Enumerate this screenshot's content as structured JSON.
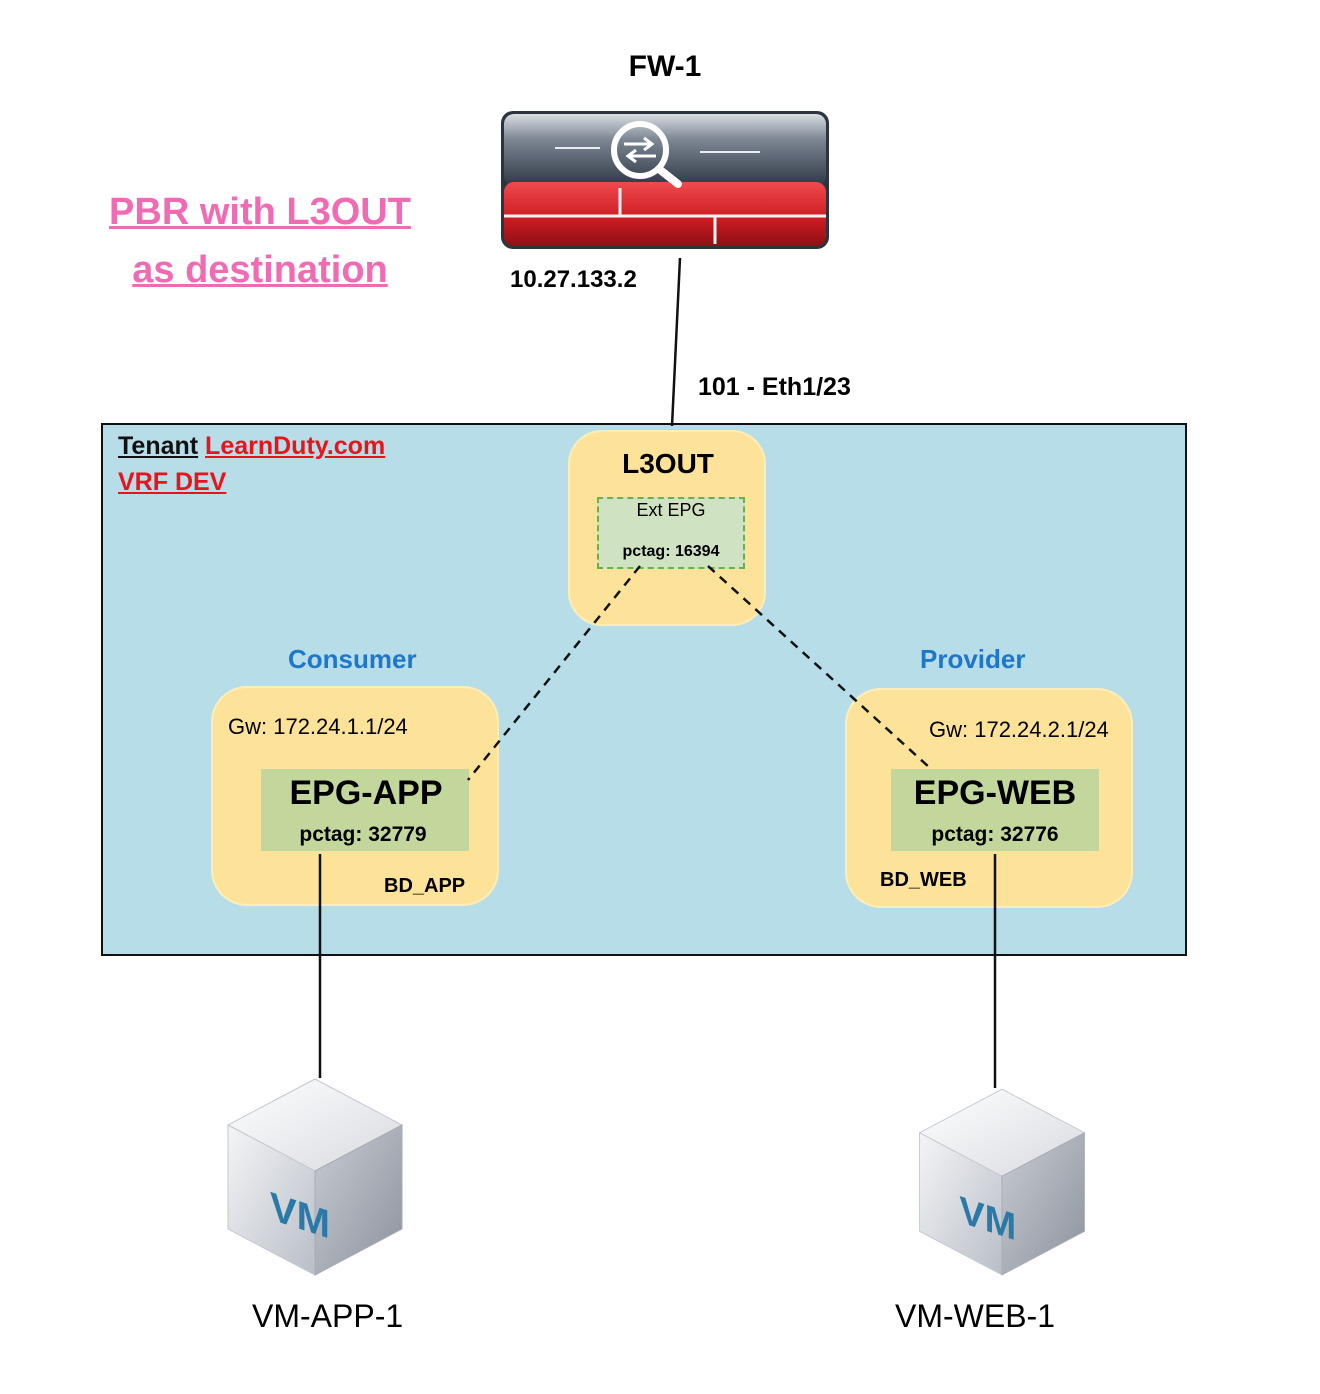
{
  "title": {
    "line1": "PBR with L3OUT",
    "line2": "as destination",
    "color": "#f06bb3"
  },
  "firewall": {
    "name": "FW-1",
    "ip": "10.27.133.2",
    "icon": "firewall-icon",
    "colors": {
      "top": "#3e4a58",
      "bottom": "#d8232a"
    }
  },
  "link": {
    "leaf_port": "101 - Eth1/23"
  },
  "tenant": {
    "prefix": "Tenant",
    "name": "LearnDuty.com",
    "vrf": "VRF DEV",
    "background": "#b6dde8"
  },
  "l3out": {
    "title": "L3OUT",
    "ext_epg": {
      "label": "Ext EPG",
      "pctag": "pctag: 16394"
    }
  },
  "consumer": {
    "role": "Consumer",
    "gateway": "Gw: 172.24.1.1/24",
    "epg": "EPG-APP",
    "pctag": "pctag: 32779",
    "bd": "BD_APP",
    "vm": {
      "label": "VM-APP-1",
      "icon_text": "VM"
    }
  },
  "provider": {
    "role": "Provider",
    "gateway": "Gw: 172.24.2.1/24",
    "epg": "EPG-WEB",
    "pctag": "pctag: 32776",
    "bd": "BD_WEB",
    "vm": {
      "label": "VM-WEB-1",
      "icon_text": "VM"
    }
  },
  "palette": {
    "box_fill": "#fde39a",
    "epg_fill": "#c3d69b",
    "role_text": "#1f77c9",
    "tenant_name": "#e8141b"
  }
}
